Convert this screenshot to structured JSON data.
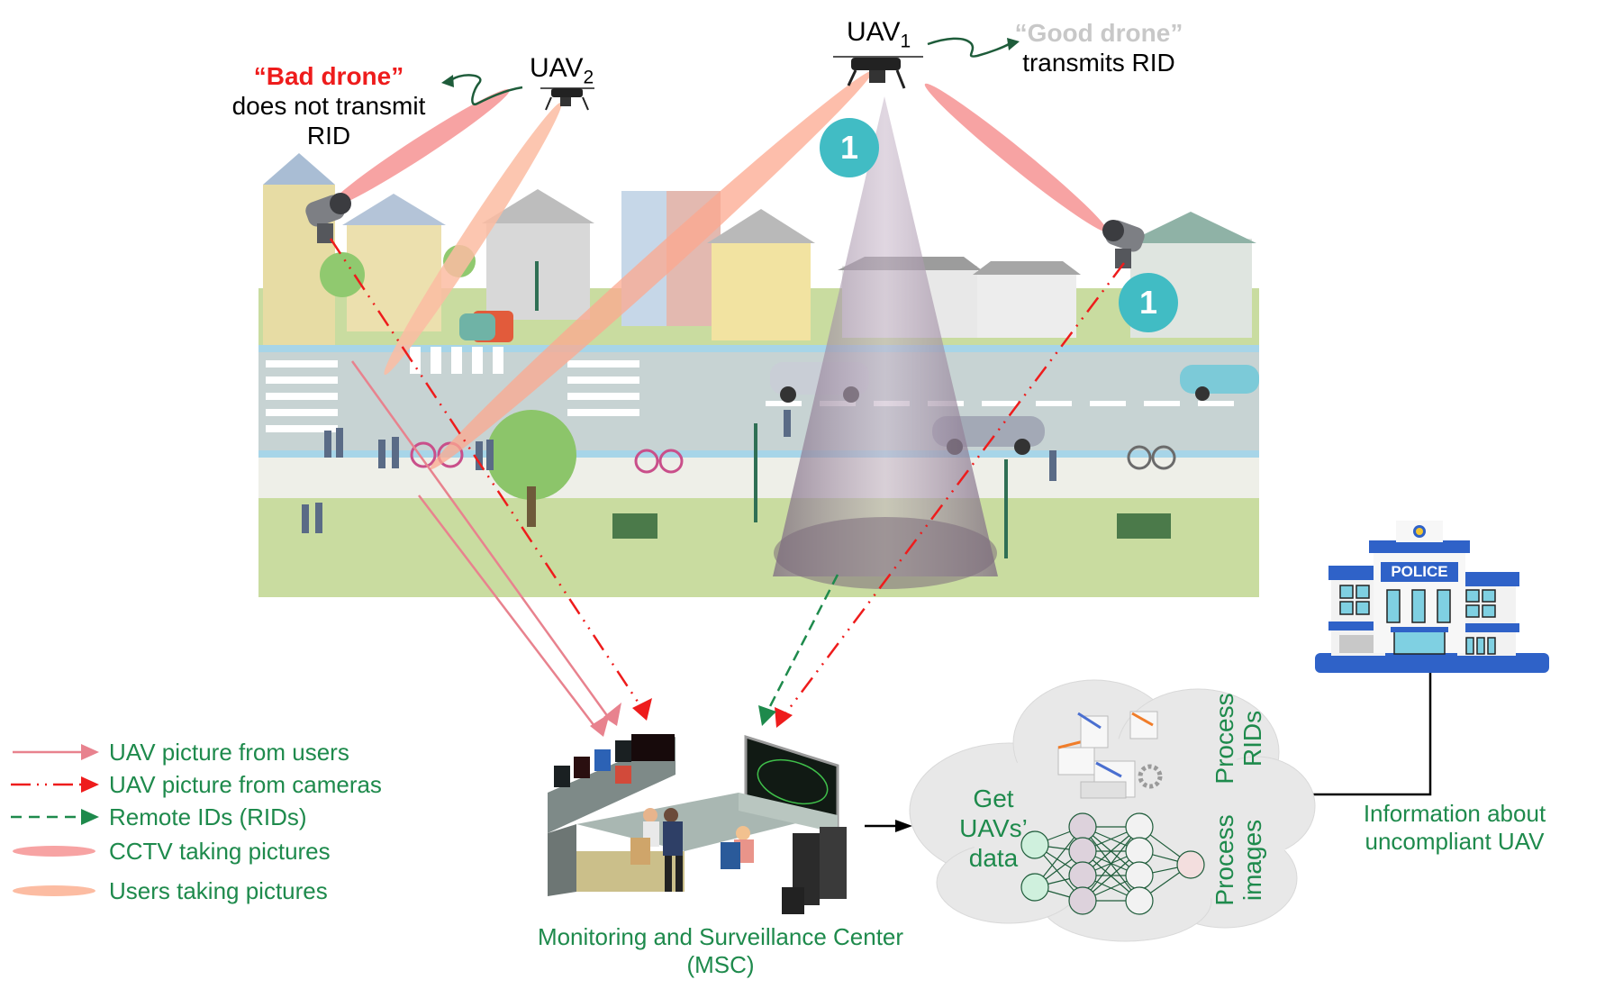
{
  "title": "UAV remote ID monitoring and surveillance diagram",
  "drones": {
    "uav1": {
      "label": "UAV",
      "subscript": "1",
      "status_quote": "“Good drone”",
      "status_text": "transmits RID",
      "status_color": "#c8c8c8"
    },
    "uav2": {
      "label": "UAV",
      "subscript": "2",
      "status_quote": "“Bad drone”",
      "status_text_line1": "does not transmit",
      "status_text_line2": "RID",
      "status_color": "#ee1c1c"
    }
  },
  "badges": [
    {
      "label": "1"
    },
    {
      "label": "1"
    }
  ],
  "legend": {
    "items": [
      {
        "label": "UAV picture from users",
        "style": "solid-arrow",
        "color": "#e8828e"
      },
      {
        "label": "UAV picture from cameras",
        "style": "dash-dot-dot-arrow",
        "color": "#ee1c1c"
      },
      {
        "label": "Remote IDs (RIDs)",
        "style": "dashed-arrow",
        "color": "#1e8a4c"
      },
      {
        "label": "CCTV taking pictures",
        "style": "ellipse",
        "color": "#f7a3a3"
      },
      {
        "label": "Users taking pictures",
        "style": "ellipse",
        "color": "#fcbca2"
      }
    ]
  },
  "msc": {
    "label_line1": "Monitoring and Surveillance Center",
    "label_line2": "(MSC)"
  },
  "cloud": {
    "get_data_line1": "Get",
    "get_data_line2": "UAVs’",
    "get_data_line3": "data",
    "process_rids_line1": "Process",
    "process_rids_line2": "RIDs",
    "process_images_line1": "Process",
    "process_images_line2": "images"
  },
  "police": {
    "sign": "POLICE",
    "info_line1": "Information about",
    "info_line2": "uncompliant UAV"
  },
  "colors": {
    "text_green": "#1e8a4c",
    "cctv_beam": "#f7a3a3",
    "user_beam": "#fcbca2",
    "badge": "#41bcc4",
    "police_blue": "#2f62c8",
    "cone": "#9b8a9e"
  }
}
